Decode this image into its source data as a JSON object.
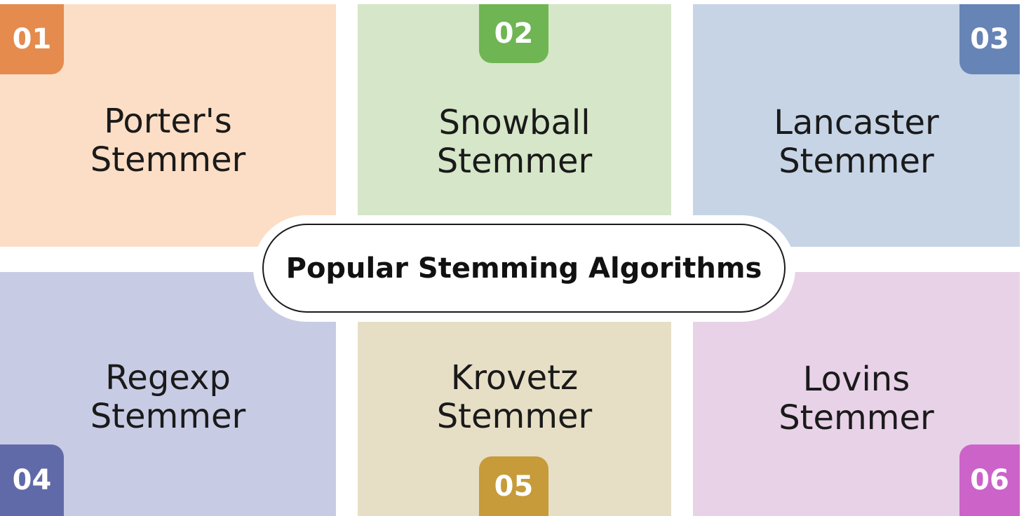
{
  "center": {
    "title": "Popular Stemming Algorithms"
  },
  "tiles": [
    {
      "number": "01",
      "line1": "Porter's",
      "line2": "Stemmer",
      "tile_color": "#fbdec5",
      "badge_color": "#e48b4d"
    },
    {
      "number": "02",
      "line1": "Snowball",
      "line2": "Stemmer",
      "tile_color": "#d6e6c8",
      "badge_color": "#6fb553"
    },
    {
      "number": "03",
      "line1": "Lancaster",
      "line2": "Stemmer",
      "tile_color": "#c6d4e6",
      "badge_color": "#6784b6"
    },
    {
      "number": "04",
      "line1": "Regexp",
      "line2": "Stemmer",
      "tile_color": "#c8cbe4",
      "badge_color": "#616aa8"
    },
    {
      "number": "05",
      "line1": "Krovetz",
      "line2": "Stemmer",
      "tile_color": "#e6dfc6",
      "badge_color": "#c79a3a"
    },
    {
      "number": "06",
      "line1": "Lovins",
      "line2": "Stemmer",
      "tile_color": "#e8d2e8",
      "badge_color": "#cc63c9"
    }
  ]
}
